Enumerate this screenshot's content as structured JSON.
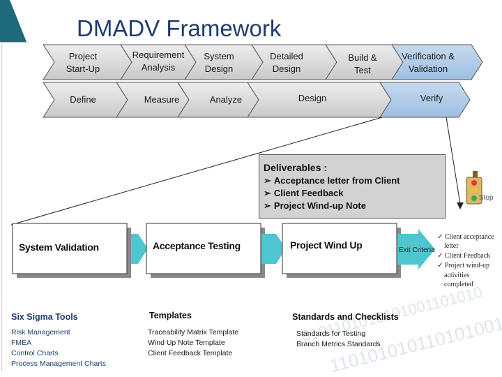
{
  "title": "DMADV Framework",
  "top_row": [
    {
      "label": [
        "Project",
        "Start-Up"
      ]
    },
    {
      "label": [
        "Requirement",
        "Analysis"
      ]
    },
    {
      "label": [
        "System",
        "Design"
      ]
    },
    {
      "label": [
        "Detailed",
        "Design"
      ]
    },
    {
      "label": [
        "Build &",
        "Test"
      ]
    },
    {
      "label": [
        "Verification &",
        "Validation"
      ]
    }
  ],
  "bottom_row": [
    {
      "label": "Define"
    },
    {
      "label": "Measure"
    },
    {
      "label": "Analyze"
    },
    {
      "label": "Design"
    },
    {
      "label": "Verify"
    }
  ],
  "deliverables": {
    "title": "Deliverables :",
    "items": [
      "Acceptance letter from Client",
      "Client Feedback",
      "Project Wind-up Note"
    ]
  },
  "stop_label": "Stop",
  "process": {
    "boxes": [
      "System Validation",
      "Acceptance Testing",
      "Project Wind Up"
    ],
    "exit_label": "Exit Criteria"
  },
  "exit_criteria": [
    [
      "Client acceptance",
      "letter"
    ],
    [
      "Client Feedback"
    ],
    [
      "Project wind-up",
      "activities",
      "completed"
    ]
  ],
  "tools": {
    "six_sigma": {
      "title": "Six Sigma Tools",
      "items": [
        "Risk Management",
        "FMEA",
        "Control Charts",
        "Process Management Charts"
      ]
    },
    "templates": {
      "title": "Templates",
      "items": [
        "Traceability Matrix Template",
        "Wind Up Note Template",
        "Client Feedback Template"
      ]
    },
    "standards": {
      "title": "Standards and Checklists",
      "items": [
        "Standards for Testing",
        "Branch Metrics Standards"
      ]
    }
  },
  "colors": {
    "title": "#1f3c6e",
    "chevron_gray": "#d9d9d9",
    "chevron_blue": "#a9c6e6",
    "process_arrow": "#4fc6cf",
    "deliverables_bg": "#d2d2d2",
    "tool_items": "#1f3c6e"
  }
}
